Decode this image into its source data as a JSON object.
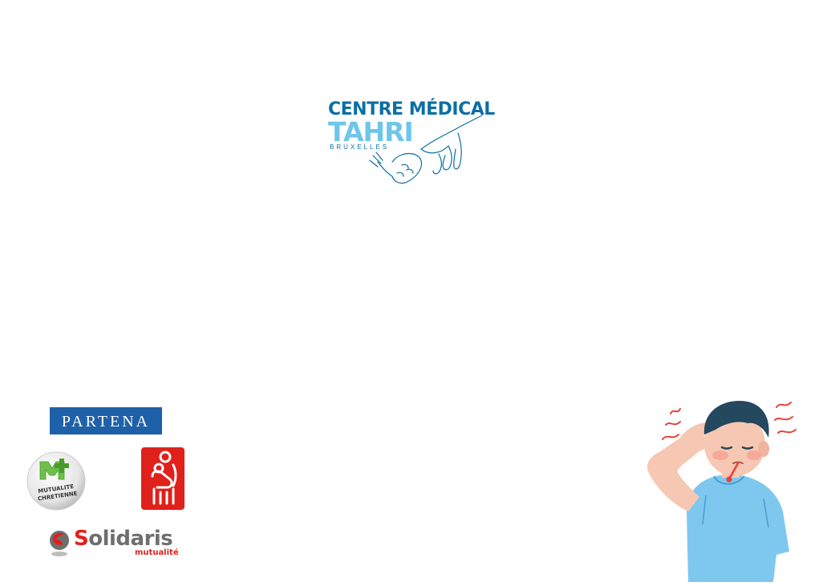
{
  "logo": {
    "line1": "CENTRE MÉDICAL",
    "line2": "TAHRI",
    "line3": "BRUXELLES",
    "icon": "hands-icon"
  },
  "partners": {
    "partena": {
      "name": "PARTENA"
    },
    "mutualite_chretienne": {
      "line1": "MUTUALITE",
      "line2": "CHRETIENNE"
    },
    "red_mutuality": {
      "icon": "family-icon"
    },
    "solidaris": {
      "name_initial": "S",
      "name_rest": "olidaris",
      "sub": "mutualité"
    }
  },
  "illustration": {
    "icon": "sick-boy-icon"
  },
  "colors": {
    "brand_dark_blue": "#0b6fa4",
    "brand_light_blue": "#6ec6ea",
    "partena_blue": "#1f61a8",
    "solidaris_red": "#e0201b",
    "mc_green": "#6ec04a",
    "shirt_blue": "#7ec8ef"
  }
}
